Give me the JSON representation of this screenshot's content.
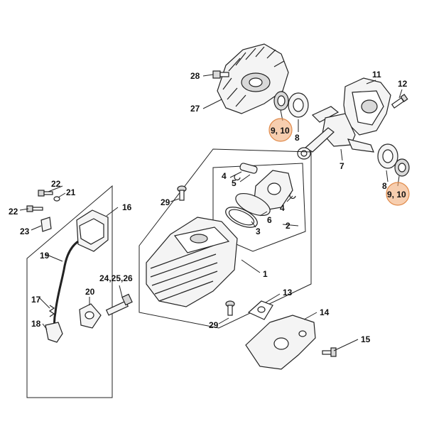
{
  "diagram": {
    "labels": {
      "l1": "1",
      "l2": "2",
      "l3": "3",
      "l4a": "4",
      "l4b": "4",
      "l5": "5",
      "l6": "6",
      "l7": "7",
      "l8a": "8",
      "l8b": "8",
      "l9_10a": "9, 10",
      "l9_10b": "9, 10",
      "l11": "11",
      "l12": "12",
      "l13": "13",
      "l14": "14",
      "l15": "15",
      "l16": "16",
      "l17": "17",
      "l18": "18",
      "l19": "19",
      "l20": "20",
      "l21": "21",
      "l22a": "22",
      "l22b": "22",
      "l23": "23",
      "l24_26": "24,25,26",
      "l27": "27",
      "l28": "28",
      "l29a": "29",
      "l29b": "29"
    },
    "highlight_color": "#f0a56e"
  }
}
